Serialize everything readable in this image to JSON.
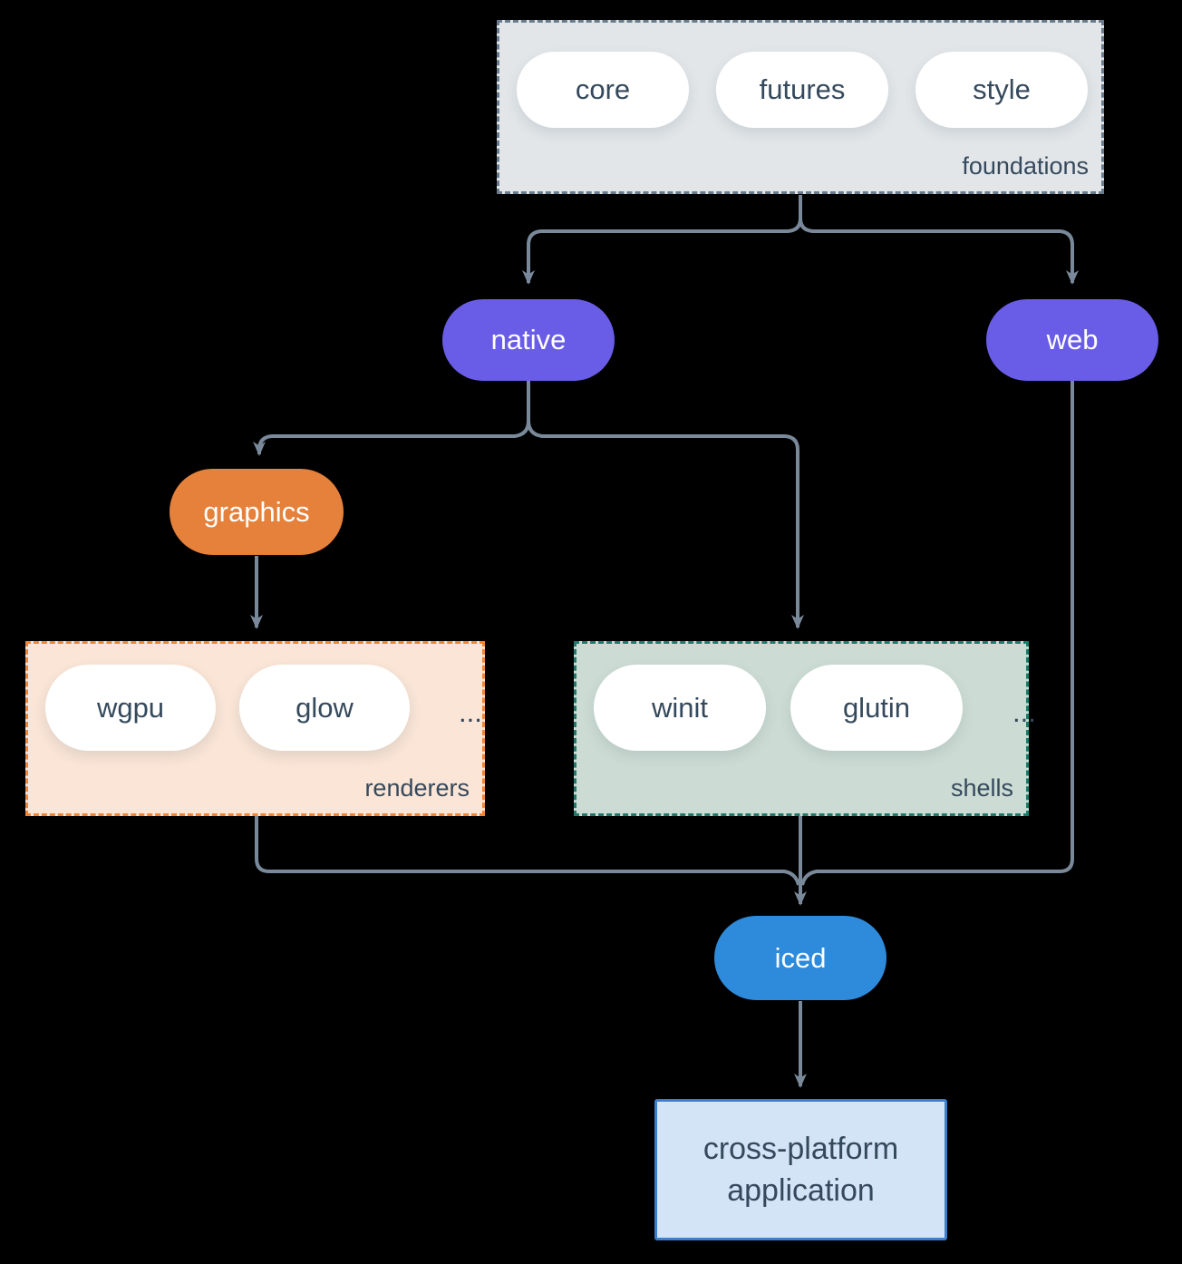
{
  "diagram": {
    "groups": {
      "foundations": {
        "label": "foundations",
        "pills": [
          "core",
          "futures",
          "style"
        ]
      },
      "renderers": {
        "label": "renderers",
        "pills": [
          "wgpu",
          "glow"
        ],
        "more": "..."
      },
      "shells": {
        "label": "shells",
        "pills": [
          "winit",
          "glutin"
        ],
        "more": "..."
      }
    },
    "nodes": {
      "native": {
        "label": "native"
      },
      "web": {
        "label": "web"
      },
      "graphics": {
        "label": "graphics"
      },
      "iced": {
        "label": "iced"
      },
      "application": {
        "lines": [
          "cross-platform",
          "application"
        ]
      }
    },
    "edges": [
      {
        "from": "foundations",
        "to": "native"
      },
      {
        "from": "foundations",
        "to": "web"
      },
      {
        "from": "native",
        "to": "graphics"
      },
      {
        "from": "native",
        "to": "shells"
      },
      {
        "from": "graphics",
        "to": "renderers"
      },
      {
        "from": "renderers",
        "to": "iced"
      },
      {
        "from": "shells",
        "to": "iced"
      },
      {
        "from": "web",
        "to": "iced"
      },
      {
        "from": "iced",
        "to": "application"
      }
    ],
    "colors": {
      "background": "#000000",
      "line": "#7a899a",
      "foundations_bg": "#e2e6e9",
      "foundations_border": "#697b8c",
      "pill_bg": "#ffffff",
      "pill_text": "#35495c",
      "purple": "#695ce6",
      "orange": "#e5813a",
      "renderers_bg": "#fae5d6",
      "renderers_border": "#ef8536",
      "shells_bg": "#ccdcd4",
      "shells_border": "#1f7a6a",
      "blue": "#2e8ada",
      "app_bg": "#d4e4f7",
      "app_border": "#387fd0"
    }
  }
}
